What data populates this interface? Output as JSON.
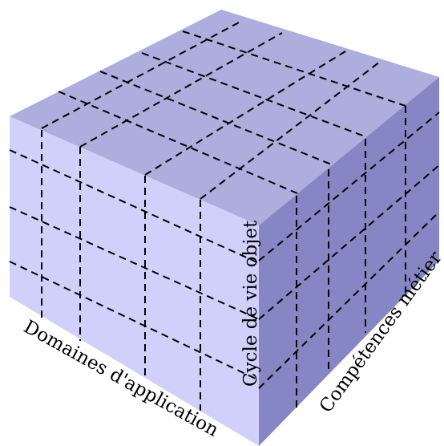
{
  "colors": {
    "top_face": "#adadde",
    "left_face": "#d0d0fb",
    "right_face": "#8686c4",
    "grid_line": "#000000",
    "background": "#ffffff"
  },
  "labels": {
    "domains_axis": "Domaines d'application",
    "lifecycle_axis": "Cycle de vie objet",
    "skills_axis": "Compétences métier"
  }
}
